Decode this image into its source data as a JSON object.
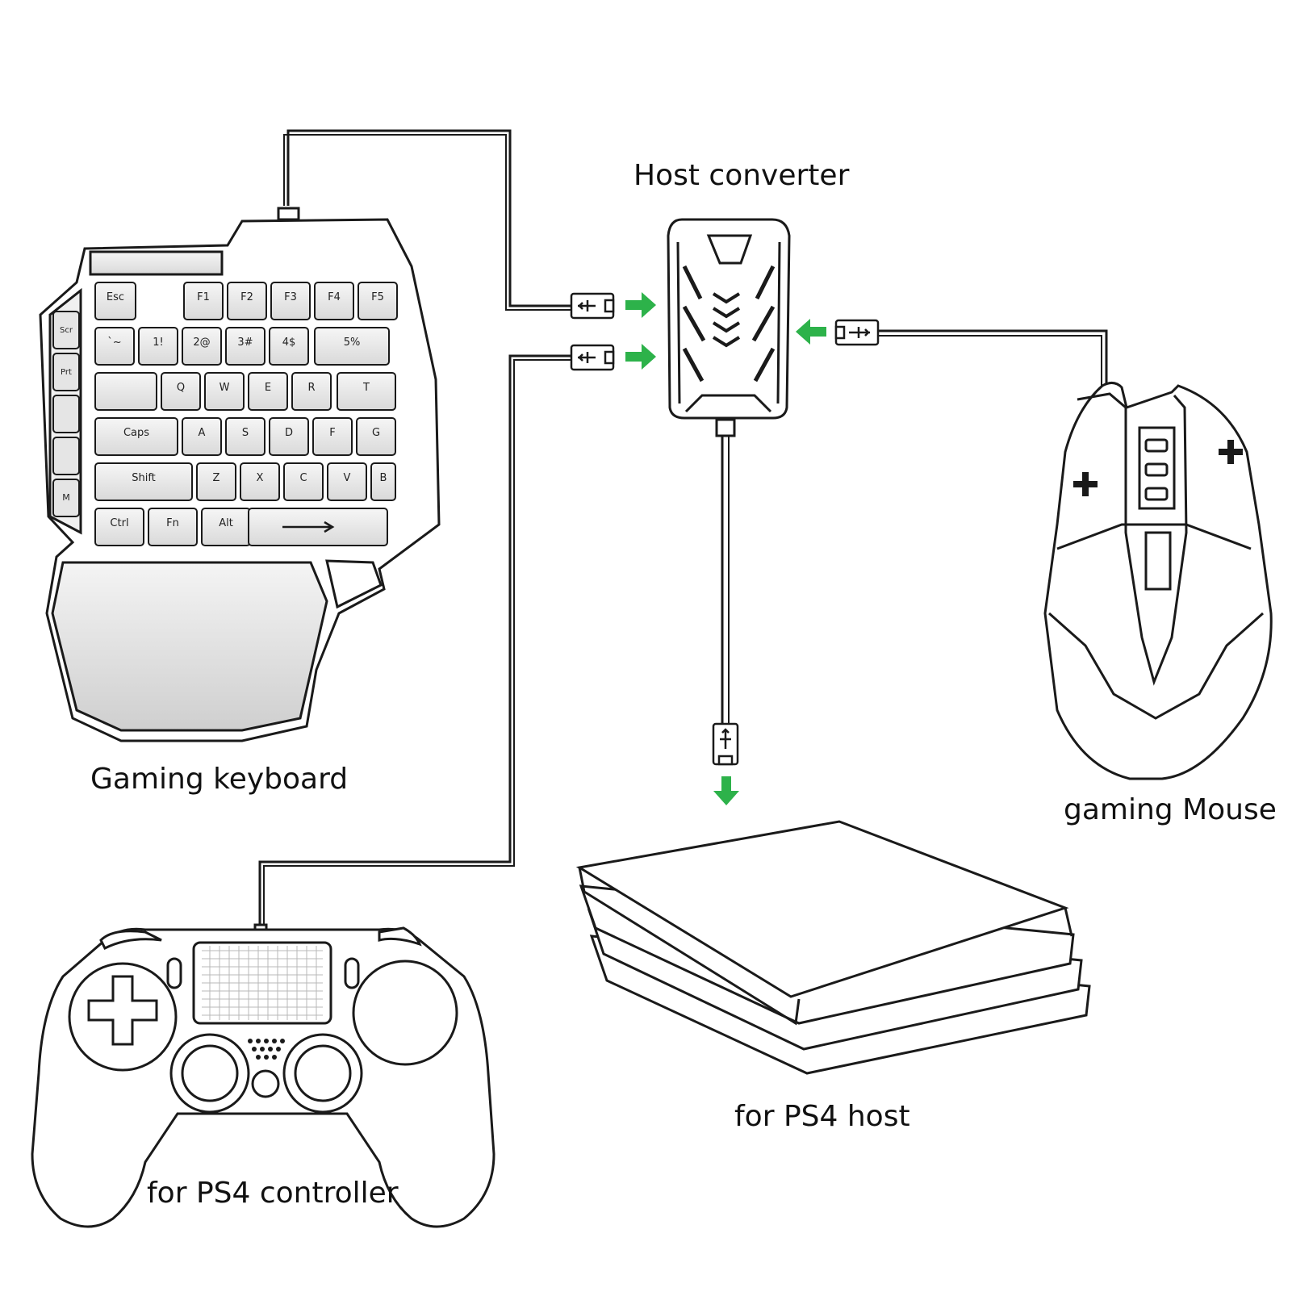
{
  "labels": {
    "host_converter": "Host converter",
    "gaming_keyboard": "Gaming keyboard",
    "gaming_mouse": "gaming Mouse",
    "ps4_host": "for PS4 host",
    "ps4_controller": "for PS4 controller"
  },
  "keyboard_keys": {
    "row1": [
      "Esc",
      "F1",
      "F2",
      "F3",
      "F4",
      "F5"
    ],
    "row2": [
      "`~",
      "1!",
      "2@",
      "3#",
      "4$",
      "5%"
    ],
    "row3": [
      "Q",
      "W",
      "E",
      "R",
      "T"
    ],
    "row4": [
      "Caps",
      "A",
      "S",
      "D",
      "F",
      "G"
    ],
    "row5": [
      "Shift",
      "Z",
      "X",
      "C",
      "V",
      "B"
    ],
    "row6": [
      "Ctrl",
      "Fn",
      "Alt"
    ],
    "side": [
      "Scr",
      "Prt",
      "M"
    ]
  },
  "colors": {
    "arrow": "#2db24a",
    "line": "#1a1a1a",
    "key_fill": "#e9e9e9",
    "background": "#ffffff"
  },
  "icons": [
    "usb-plug-icon",
    "arrow-right-icon",
    "arrow-left-icon",
    "arrow-down-icon"
  ]
}
